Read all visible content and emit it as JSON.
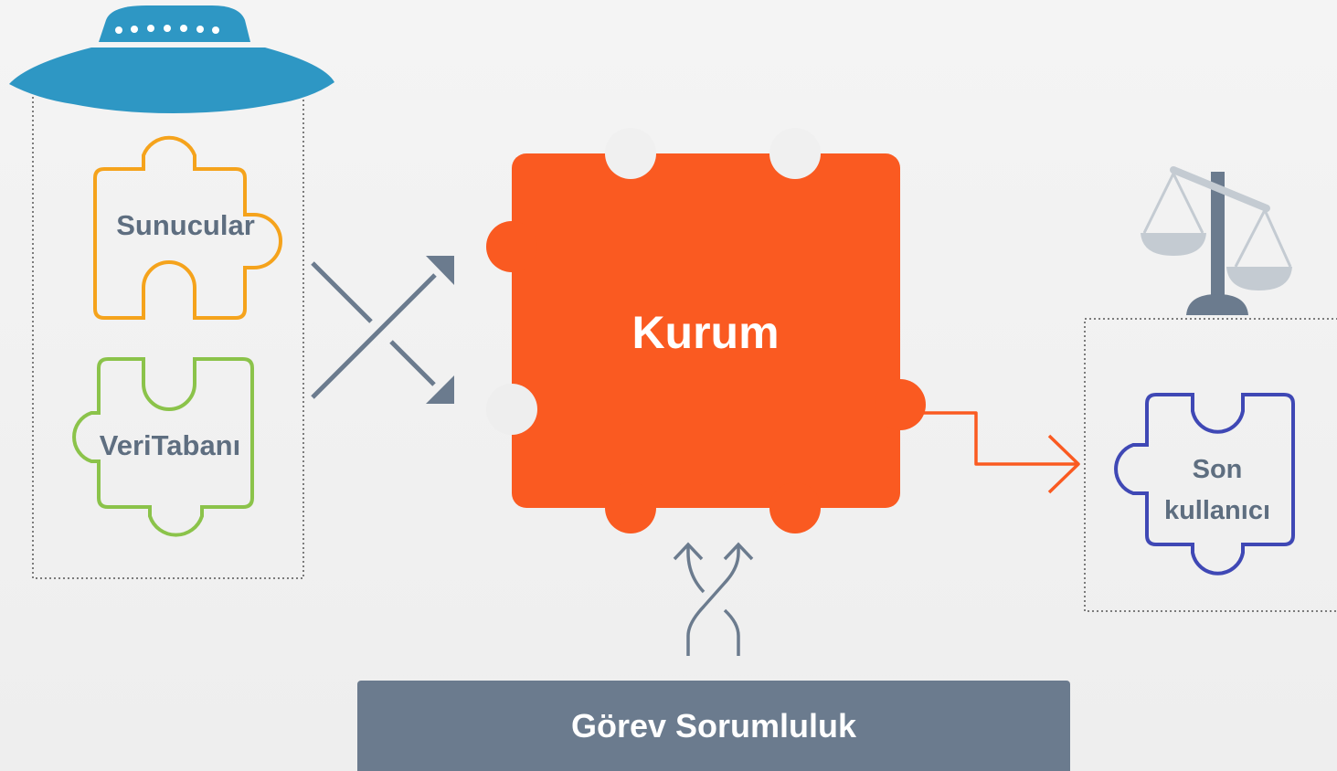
{
  "diagram": {
    "nodes": {
      "servers": "Sunucular",
      "database": "VeriTabanı",
      "organization": "Kurum",
      "end_user_line1": "Son",
      "end_user_line2": "kullanıcı"
    },
    "footer_label": "Görev Sorumluluk",
    "icons": [
      "ufo-icon",
      "scales-icon",
      "crossing-arrows-icon",
      "twisted-arrows-icon",
      "connector-arrow-icon"
    ],
    "colors": {
      "servers": "#f5a31c",
      "database": "#8bc34a",
      "organization": "#fa5a21",
      "end_user": "#3f48b5",
      "text_gray": "#5e6e80",
      "arrow_gray": "#6b7b8e",
      "ufo": "#2e97c4",
      "scales_light": "#c4cbd2",
      "footer_bg": "#6b7b8e"
    }
  }
}
